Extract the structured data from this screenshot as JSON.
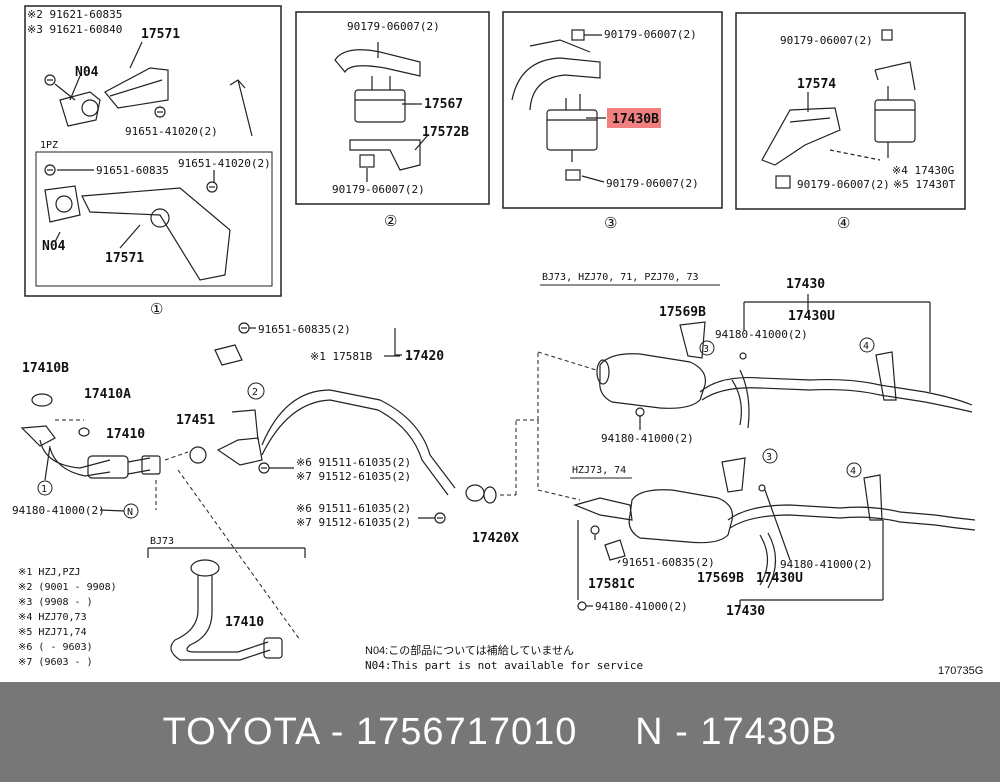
{
  "diagram": {
    "highlight_color": "#f08080",
    "panel1": {
      "note2": "※2 91621-60835",
      "note3": "※3 91621-60840",
      "part_top": "17571",
      "no4_top": "N04",
      "bolt_top": "91651-41020(2)",
      "sub_label": "1PZ",
      "bolt_a": "91651-60835",
      "bolt_b": "91651-41020(2)",
      "no4_bot": "N04",
      "part_bot": "17571",
      "marker": "①"
    },
    "panel2": {
      "nut_top": "90179-06007(2)",
      "mount": "17567",
      "bracket": "17572B",
      "nut_bot": "90179-06007(2)",
      "marker": "②"
    },
    "panel3": {
      "nut_top": "90179-06007(2)",
      "mount": "17430B",
      "nut_bot": "90179-06007(2)",
      "marker": "③"
    },
    "panel4": {
      "nut_top": "90179-06007(2)",
      "bracket": "17574",
      "alt1": "※4 17430G",
      "nut_bot": "90179-06007(2)",
      "alt2": "※5 17430T",
      "marker": "④"
    },
    "main": {
      "p17410B": "17410B",
      "p17410A": "17410A",
      "p17410": "17410",
      "marker1": "1",
      "bolt_lower": "94180-41000(2)",
      "n_marker": "N",
      "bolt_pipe": "91651-60835(2)",
      "note1_label": "※1 17581B",
      "p17420": "17420",
      "marker2": "2",
      "p17451": "17451",
      "n6a": "※6 91511-61035(2)",
      "n7a": "※7 91512-61035(2)",
      "n6b": "※6 91511-61035(2)",
      "n7b": "※7 91512-61035(2)",
      "p17420X": "17420X",
      "bj73": "BJ73",
      "p17410_bj": "17410"
    },
    "legend": [
      "※1 HZJ,PZJ",
      "※2 (9001 - 9908)",
      "※3 (9908 -     )",
      "※4 HZJ70,73",
      "※5 HZJ71,74",
      "※6 (     - 9603)",
      "※7 (9603 -     )"
    ],
    "right_upper": {
      "model": "BJ73, HZJ70, 71, PZJ70, 73",
      "p17430": "17430",
      "p17569B": "17569B",
      "bolt": "94180-41000(2)",
      "p17430U": "17430U",
      "marker3": "3",
      "marker4": "4",
      "bolt_low": "94180-41000(2)"
    },
    "right_lower": {
      "model": "HZJ73, 74",
      "marker3": "3",
      "marker4": "4",
      "bolt": "94180-41000(2)",
      "bolt_pipe": "91651-60835(2)",
      "p17581C": "17581C",
      "p17569B": "17569B",
      "p17430U": "17430U",
      "bolt_low": "94180-41000(2)",
      "p17430": "17430"
    },
    "notice_jp": "N04:この部品については補給していません",
    "notice_en": "N04:This part is not available for service",
    "figure_id": "170735G"
  },
  "caption": {
    "text": "TOYOTA - 1756717010     N - 17430B"
  }
}
